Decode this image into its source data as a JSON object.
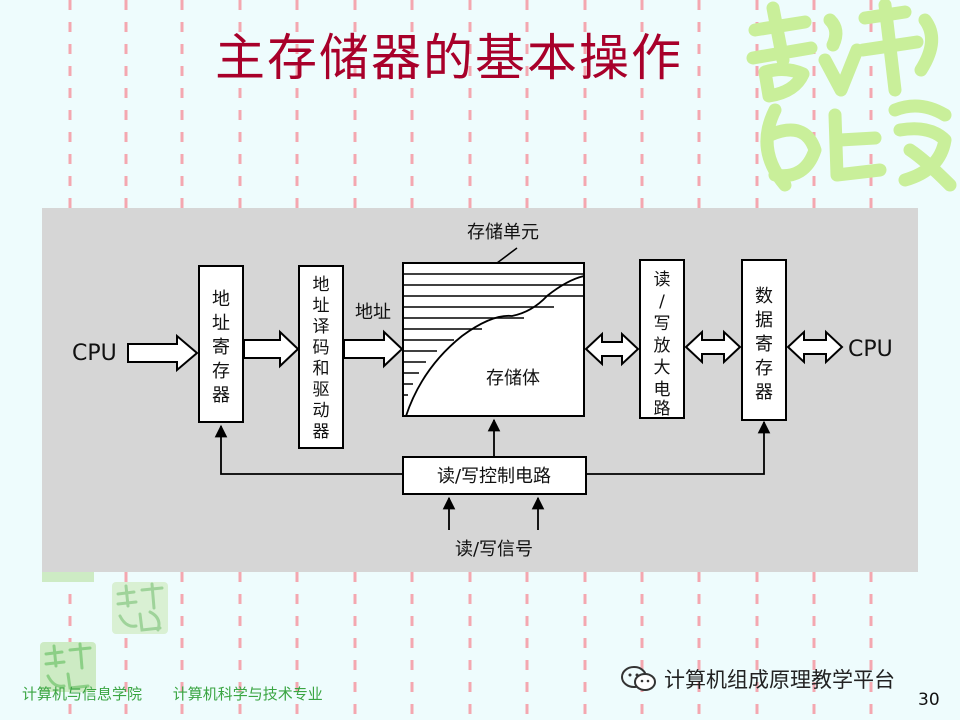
{
  "slide": {
    "title": "主存储器的基本操作",
    "page_number": "30"
  },
  "footer": {
    "college": "计算机与信息学院",
    "major": "计算机科学与技术专业",
    "wechat_account": "计算机组成原理教学平台"
  },
  "diagram": {
    "cpu_left": "CPU",
    "cpu_right": "CPU",
    "address_register": [
      "地",
      "址",
      "寄",
      "存",
      "器"
    ],
    "decoder_driver": [
      "地",
      "址",
      "译",
      "码",
      "和",
      "驱",
      "动",
      "器"
    ],
    "address_label": "地址",
    "storage_unit_label": "存储单元",
    "storage_body_label": "存储体",
    "rw_amplifier": [
      "读",
      "/",
      "写",
      "放",
      "大",
      "电",
      "路"
    ],
    "data_register": [
      "数",
      "据",
      "寄",
      "存",
      "器"
    ],
    "rw_control": "读/写控制电路",
    "rw_signal": "读/写信号"
  },
  "colors": {
    "background": "#eefcfd",
    "title": "#a8002a",
    "diagram_bg": "#d6d6d6",
    "footer_text": "#3aa542",
    "decoration": "#c9ef9a"
  }
}
